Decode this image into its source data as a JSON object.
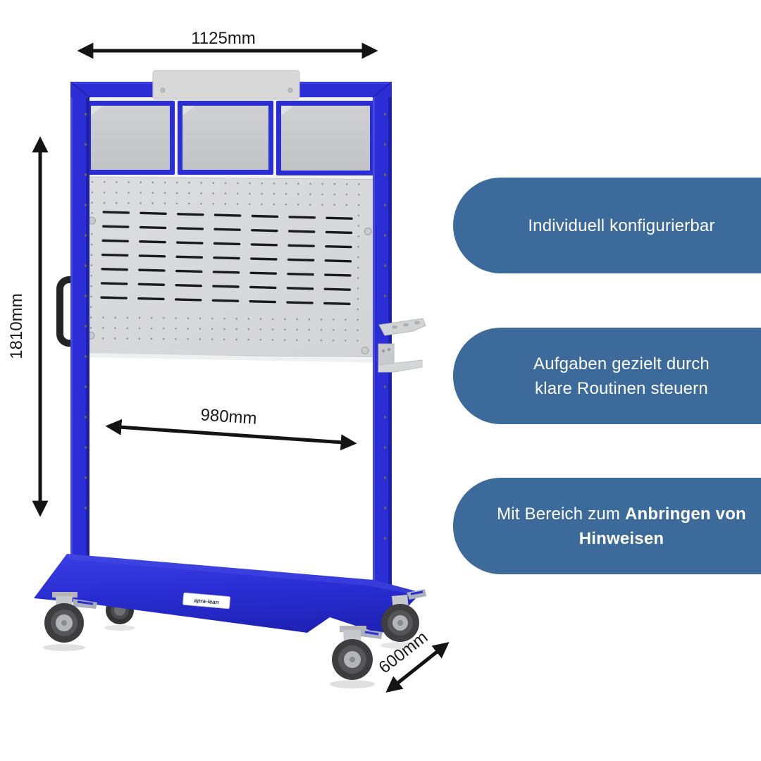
{
  "product": {
    "brand": "apra-lean"
  },
  "dimensions": {
    "width": "1125mm",
    "height": "1810mm",
    "inner_width": "980mm",
    "depth": "600mm"
  },
  "pills": [
    {
      "line1": "Individuell konfigurierbar"
    },
    {
      "line1": "Aufgaben gezielt durch",
      "line2": "klare Routinen steuern"
    },
    {
      "line1_normal": "Mit Bereich zum",
      "line1_bold": "Anbringen von",
      "line2_bold": "Hinweisen"
    }
  ],
  "pegboard": {
    "slot_rows": 7,
    "slot_cols": 7
  },
  "colors": {
    "cart_blue": "#2a2ed4",
    "cart_blue_dark": "#1d20ab",
    "cart_blue_light": "#4e52e6",
    "pill_blue": "#3c6a9a",
    "ink": "#141414",
    "pegboard_gray": "#d9dadc"
  }
}
